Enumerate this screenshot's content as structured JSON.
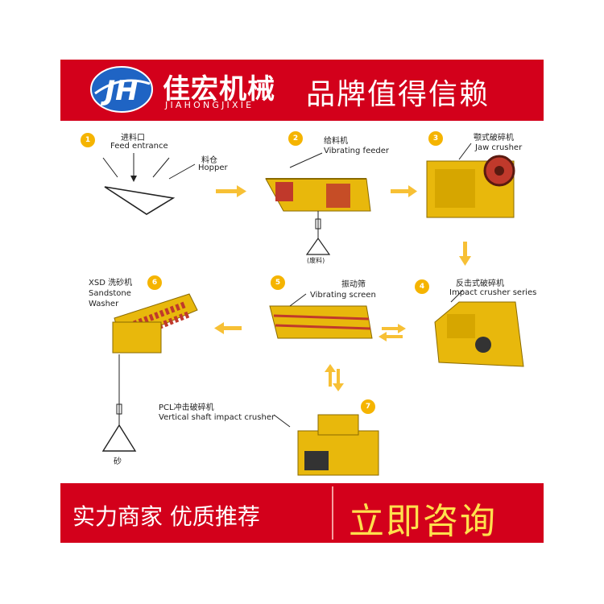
{
  "header": {
    "logo_mark": "JH",
    "brand_cn": "佳宏机械",
    "brand_en": "JIAHONGJIXIE",
    "slogan": "品牌值得信赖"
  },
  "steps": [
    {
      "num": "1",
      "cn": "进料口",
      "en": "Feed entrance",
      "sub_cn": "料仓",
      "sub_en": "Hopper"
    },
    {
      "num": "2",
      "cn": "给料机",
      "en": "Vibrating feeder",
      "note": "(废料)"
    },
    {
      "num": "3",
      "cn": "颚式破碎机",
      "en": "Jaw crusher"
    },
    {
      "num": "4",
      "cn": "反击式破碎机",
      "en": "Impact crusher series"
    },
    {
      "num": "5",
      "cn": "振动筛",
      "en": "Vibrating screen"
    },
    {
      "num": "6",
      "cn": "XSD 洗砂机",
      "en": "Sandstone",
      "en2": "Washer",
      "note": "砂"
    },
    {
      "num": "7",
      "cn": "PCL冲击破碎机",
      "en": "Vertical shaft impact crusher"
    }
  ],
  "footer": {
    "left_text": "实力商家  优质推荐",
    "cta": "立即咨询"
  },
  "colors": {
    "banner_red": "#d3001b",
    "machine_yellow": "#e8b80c",
    "badge_yellow": "#f5b400",
    "arrow_yellow": "#f7c035",
    "cta_yellow": "#ffe04d",
    "logo_blue": "#1f64c4"
  }
}
